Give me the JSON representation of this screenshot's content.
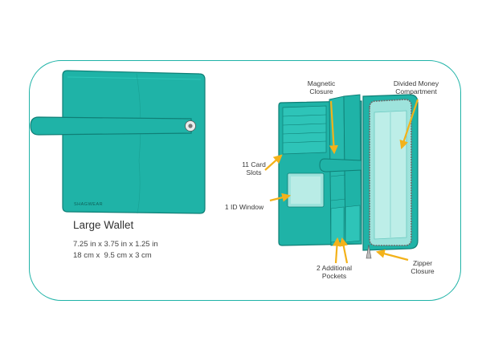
{
  "product": {
    "name": "Large Wallet",
    "brand": "SHAGWEAR",
    "dimensions_in": "7.25 in x 3.75 in x 1.25 in",
    "dimensions_cm": "18 cm x  9.5 cm x 3 cm"
  },
  "callouts": {
    "magnetic_closure": [
      "Magnetic",
      "Closure"
    ],
    "divided_money": [
      "Divided Money",
      "Compartment"
    ],
    "card_slots": [
      "11 Card",
      "Slots"
    ],
    "id_window": "1 ID Window",
    "additional_pockets": [
      "2 Additional",
      "Pockets"
    ],
    "zipper_closure": [
      "Zipper",
      "Closure"
    ]
  },
  "colors": {
    "wallet": "#1fb3a7",
    "wallet_dark": "#159a8f",
    "accent_arrow": "#f3b21a",
    "frame": "#1fb3a7"
  }
}
